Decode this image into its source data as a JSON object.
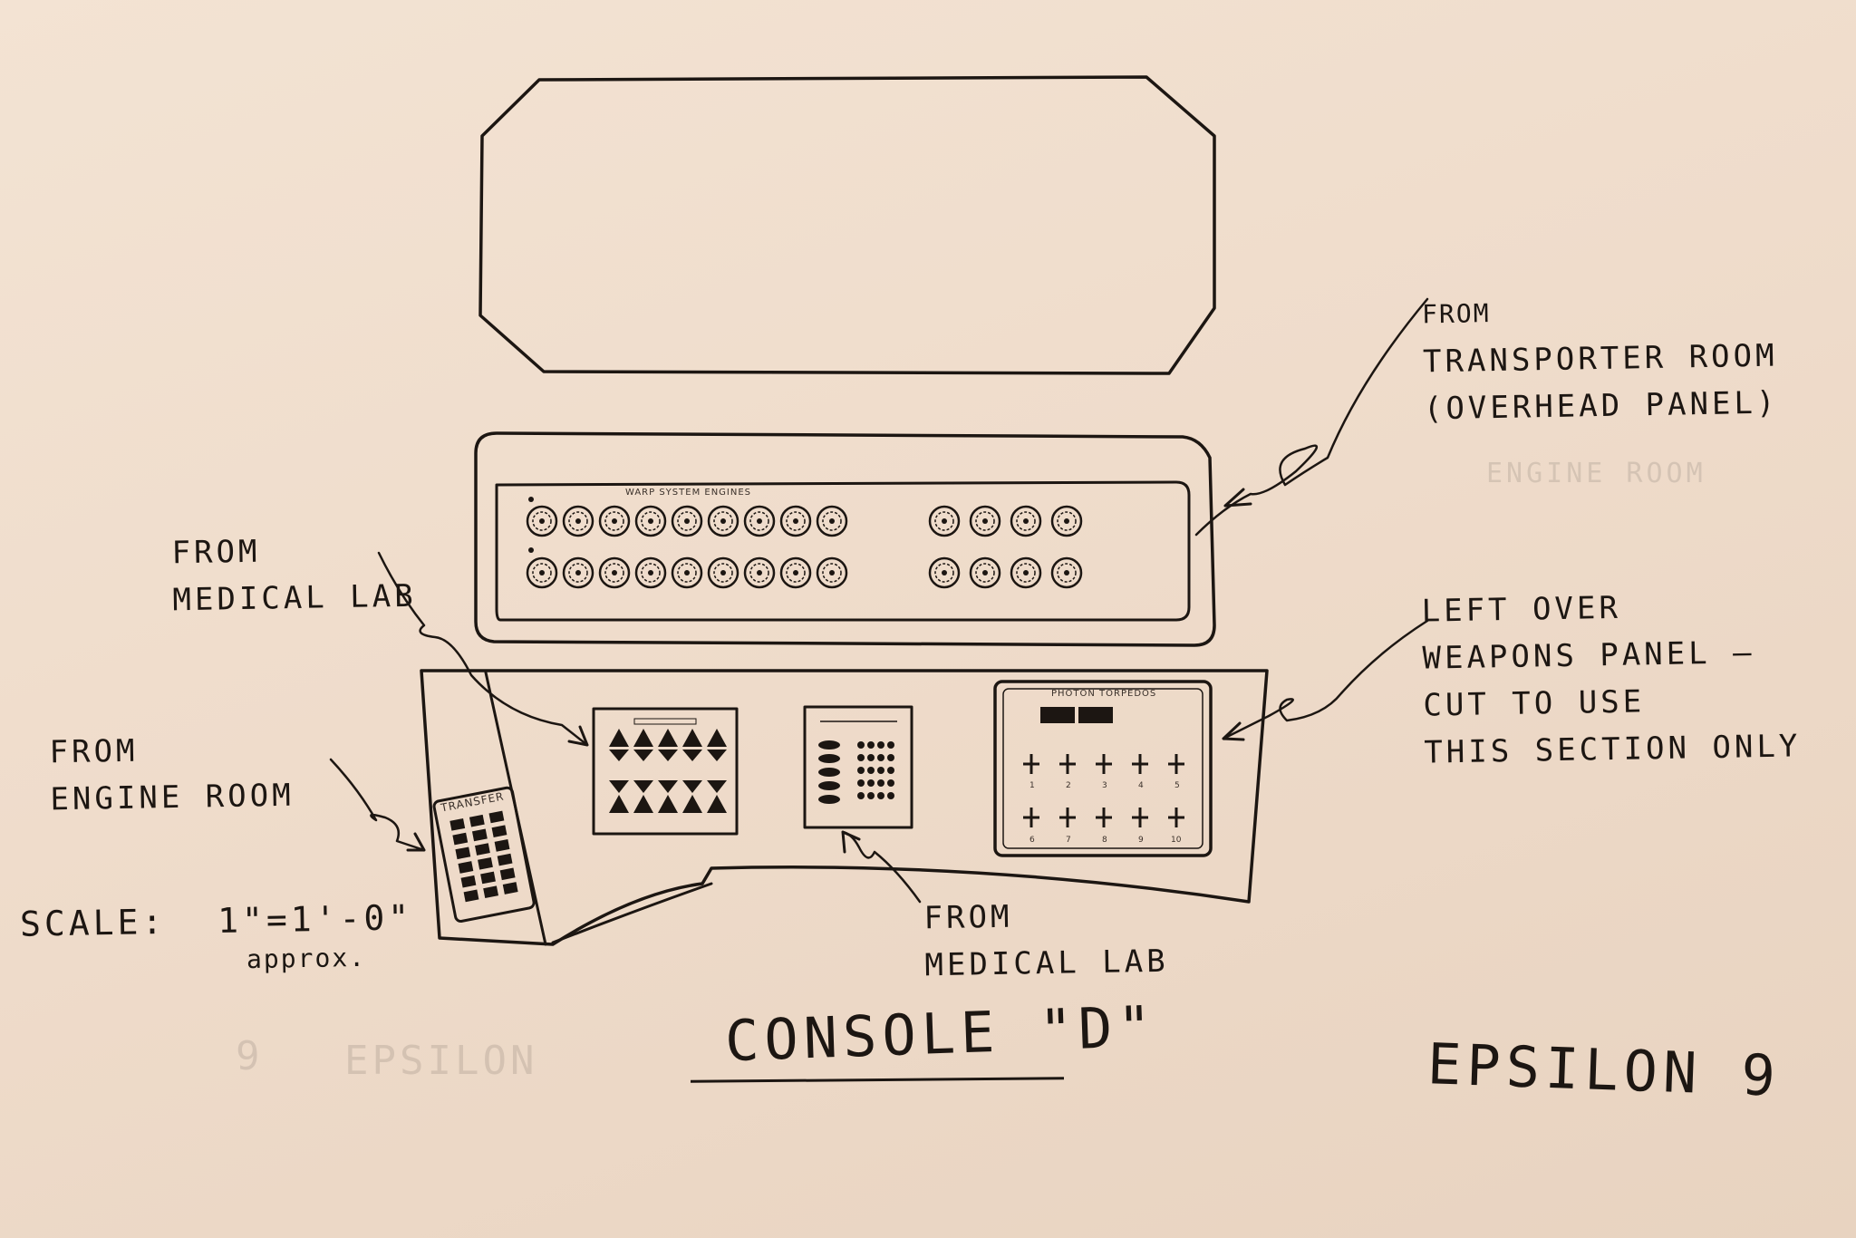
{
  "title": "CONSOLE \"D\"",
  "project": "EPSILON 9",
  "scale": {
    "label": "SCALE:",
    "value": "1\"=1'-0\"",
    "note": "approx."
  },
  "annotations": {
    "transporter": [
      "FROM",
      "TRANSPORTER ROOM",
      "(OVERHEAD PANEL)"
    ],
    "medical_upper": [
      "FROM",
      "MEDICAL LAB"
    ],
    "engine": [
      "FROM",
      "ENGINE ROOM"
    ],
    "medical_lower": [
      "FROM",
      "MEDICAL LAB"
    ],
    "weapons": [
      "LEFT OVER",
      "WEAPONS PANEL —",
      "CUT TO USE",
      "THIS SECTION ONLY"
    ]
  },
  "panels": {
    "warp": {
      "label": "WARP SYSTEM ENGINES"
    },
    "transfer": {
      "label": "TRANSFER"
    },
    "photon": {
      "label": "PHOTON TORPEDOS",
      "numbers": [
        "1",
        "2",
        "3",
        "4",
        "5",
        "6",
        "7",
        "8",
        "9",
        "10"
      ]
    }
  },
  "colors": {
    "ink": "#1c1612",
    "paper": "#f3e3d3"
  }
}
